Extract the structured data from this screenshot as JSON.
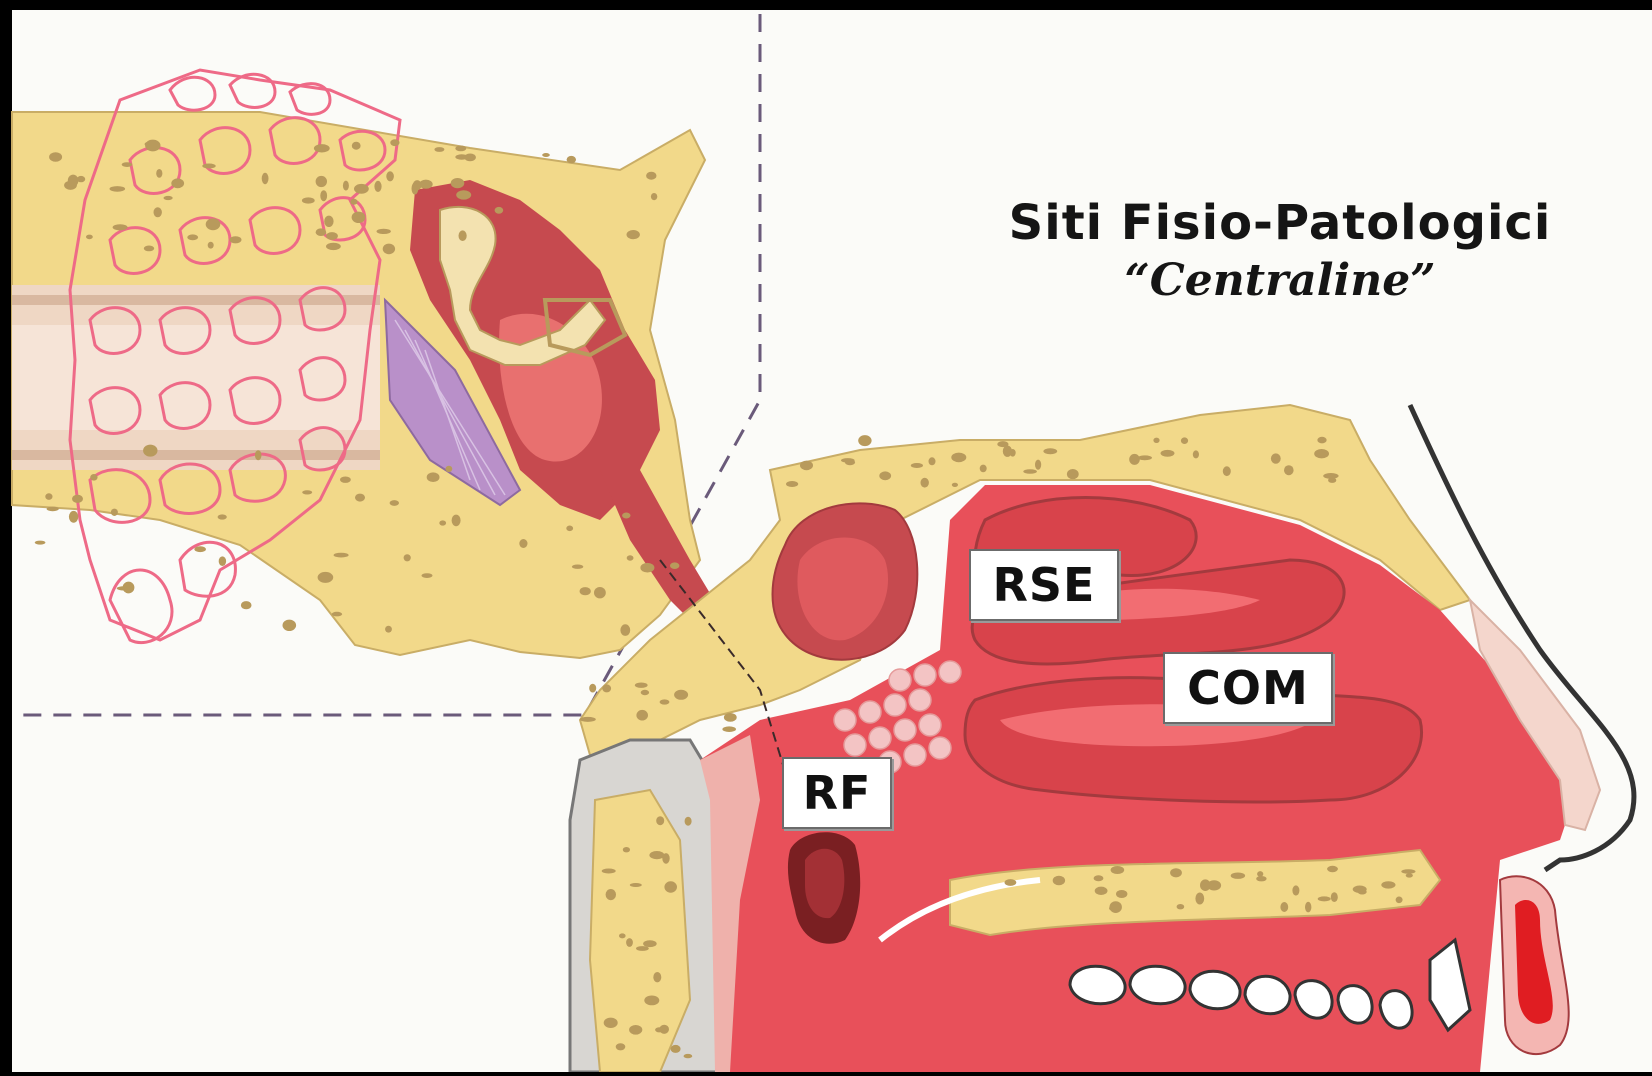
{
  "title": {
    "line1": "Siti Fisio-Patologici",
    "line2": "“Centraline”"
  },
  "labels": {
    "rse": "RSE",
    "com": "COM",
    "rf": "RF"
  },
  "colors": {
    "background": "#fbfbf8",
    "bone": "#f2d98a",
    "bone_pores": "#b89a5c",
    "mucosa": "#e8505a",
    "mucosa_dark": "#b73a40",
    "gland_outline": "#ee6a87",
    "membrane_purple": "#b990c9"
  }
}
